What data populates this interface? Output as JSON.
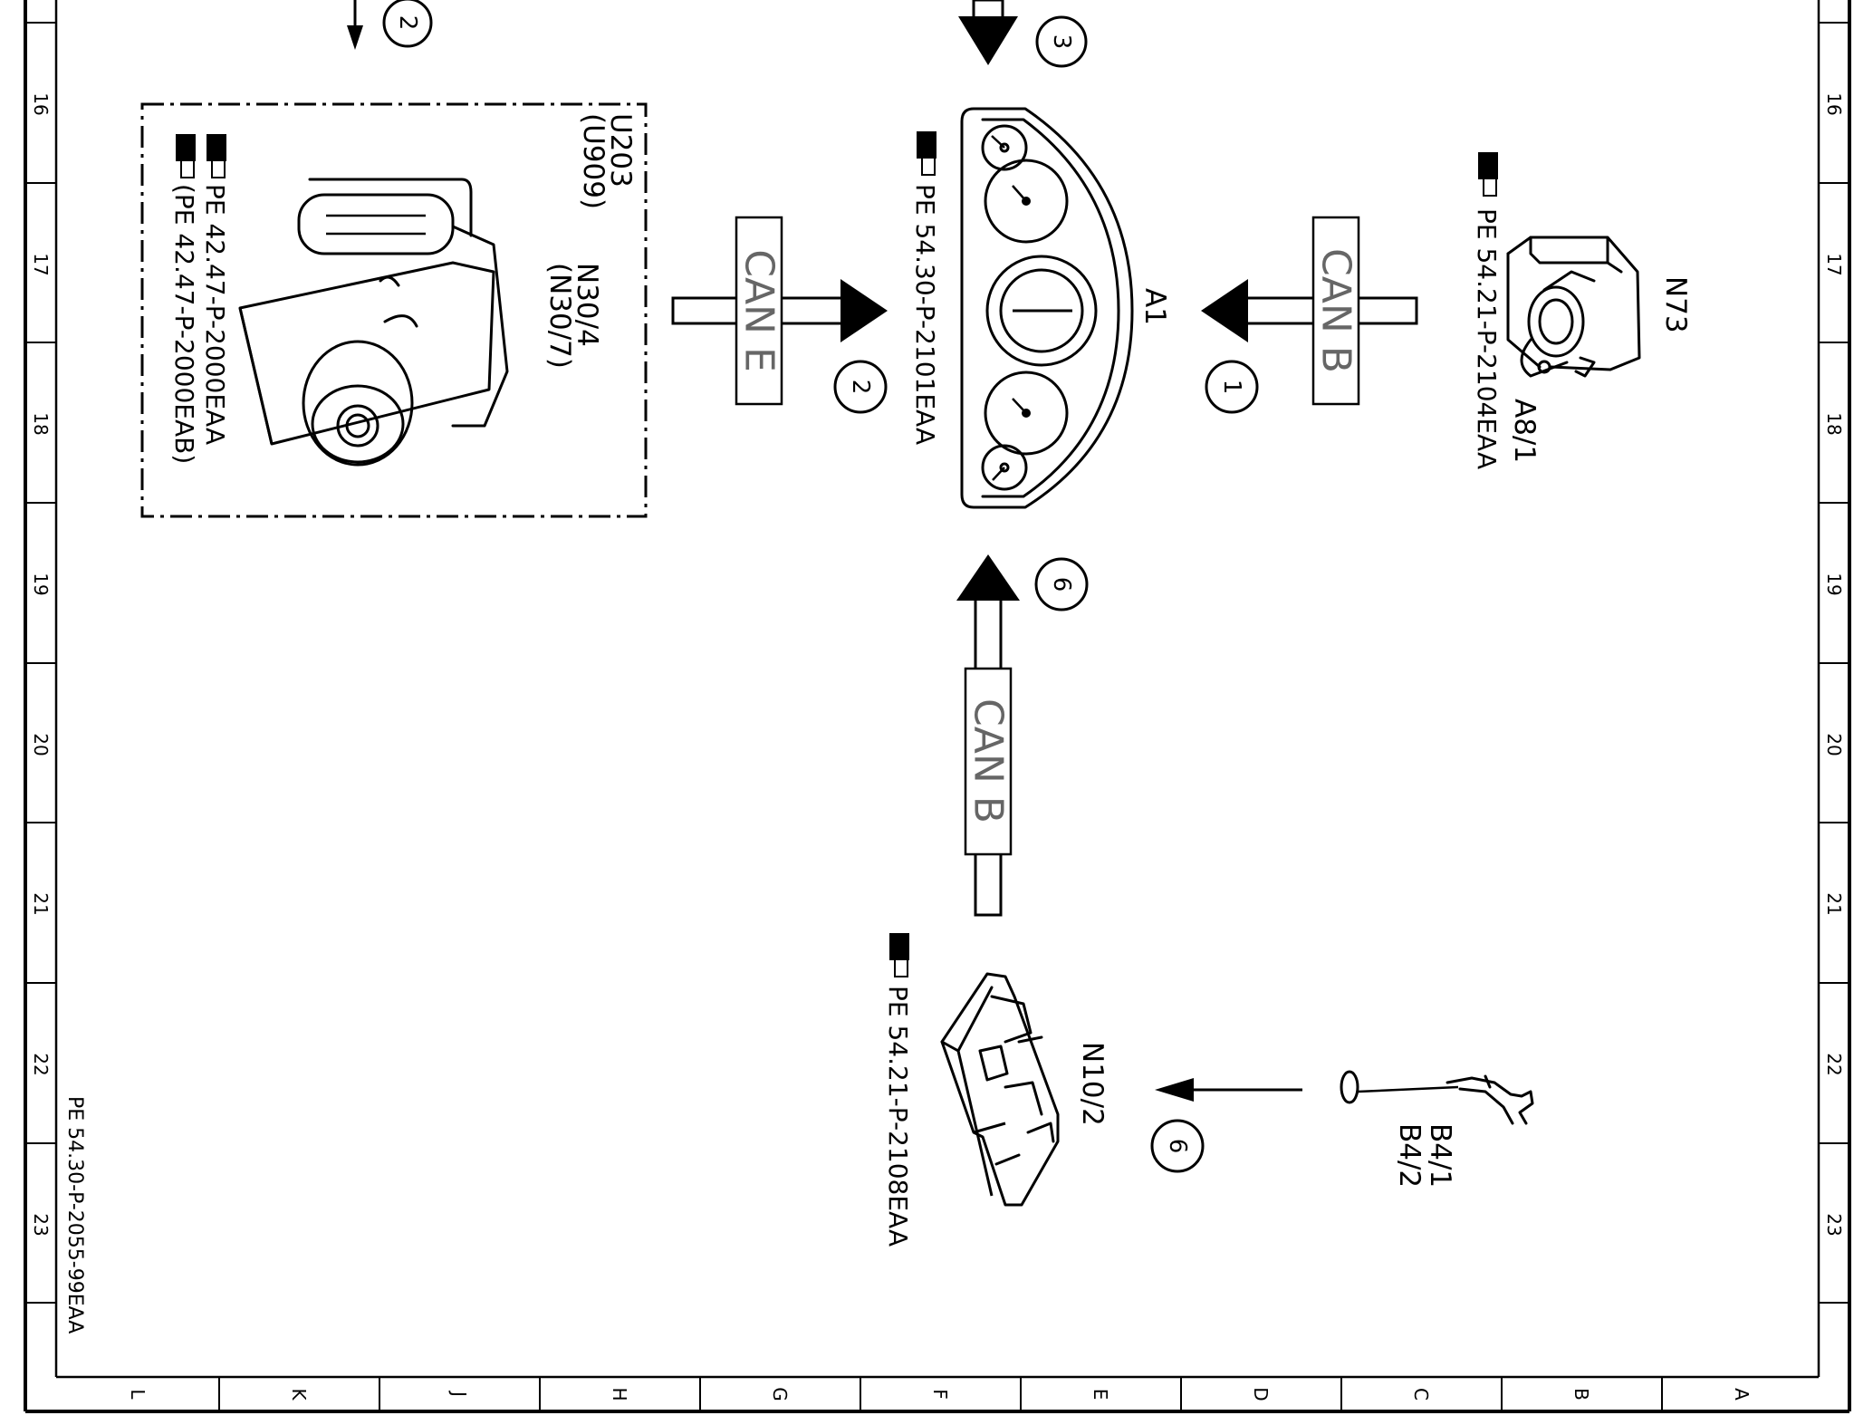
{
  "sheet": {
    "doc_id": "PE 54.30-P-2055-99EAA",
    "row_numbers": [
      "16",
      "17",
      "18",
      "19",
      "20",
      "21",
      "22",
      "23"
    ],
    "column_letters": [
      "L",
      "K",
      "J",
      "H",
      "G",
      "F",
      "E",
      "D",
      "C",
      "B",
      "A"
    ]
  },
  "components": {
    "a1": {
      "label": "A1",
      "ref": "PE 54.30-P-2101EAA"
    },
    "n73": {
      "label": "N73",
      "sublabel": "A8/1",
      "ref": "PE 54.21-P-2104EAA"
    },
    "n10": {
      "label": "N10/2",
      "ref": "PE 54.21-P-2108EAA"
    },
    "esp": {
      "label": "N30/4",
      "label_alt": "(N30/7)",
      "module": "U203",
      "module_alt": "(U909)",
      "ref": "PE 42.47-P-2000EAA",
      "ref_alt": "(PE 42.47-P-2000EAB)"
    },
    "sensor": {
      "label": "B4/1",
      "label2": "B4/2"
    }
  },
  "buses": {
    "can_e": "CAN E",
    "can_b_right": "CAN B",
    "can_b_bottom": "CAN B"
  },
  "signals": {
    "from_n73": "1",
    "from_esp": "2",
    "top_left": "2",
    "top_a1": "3",
    "from_n10": "6",
    "from_sensor": "6"
  }
}
